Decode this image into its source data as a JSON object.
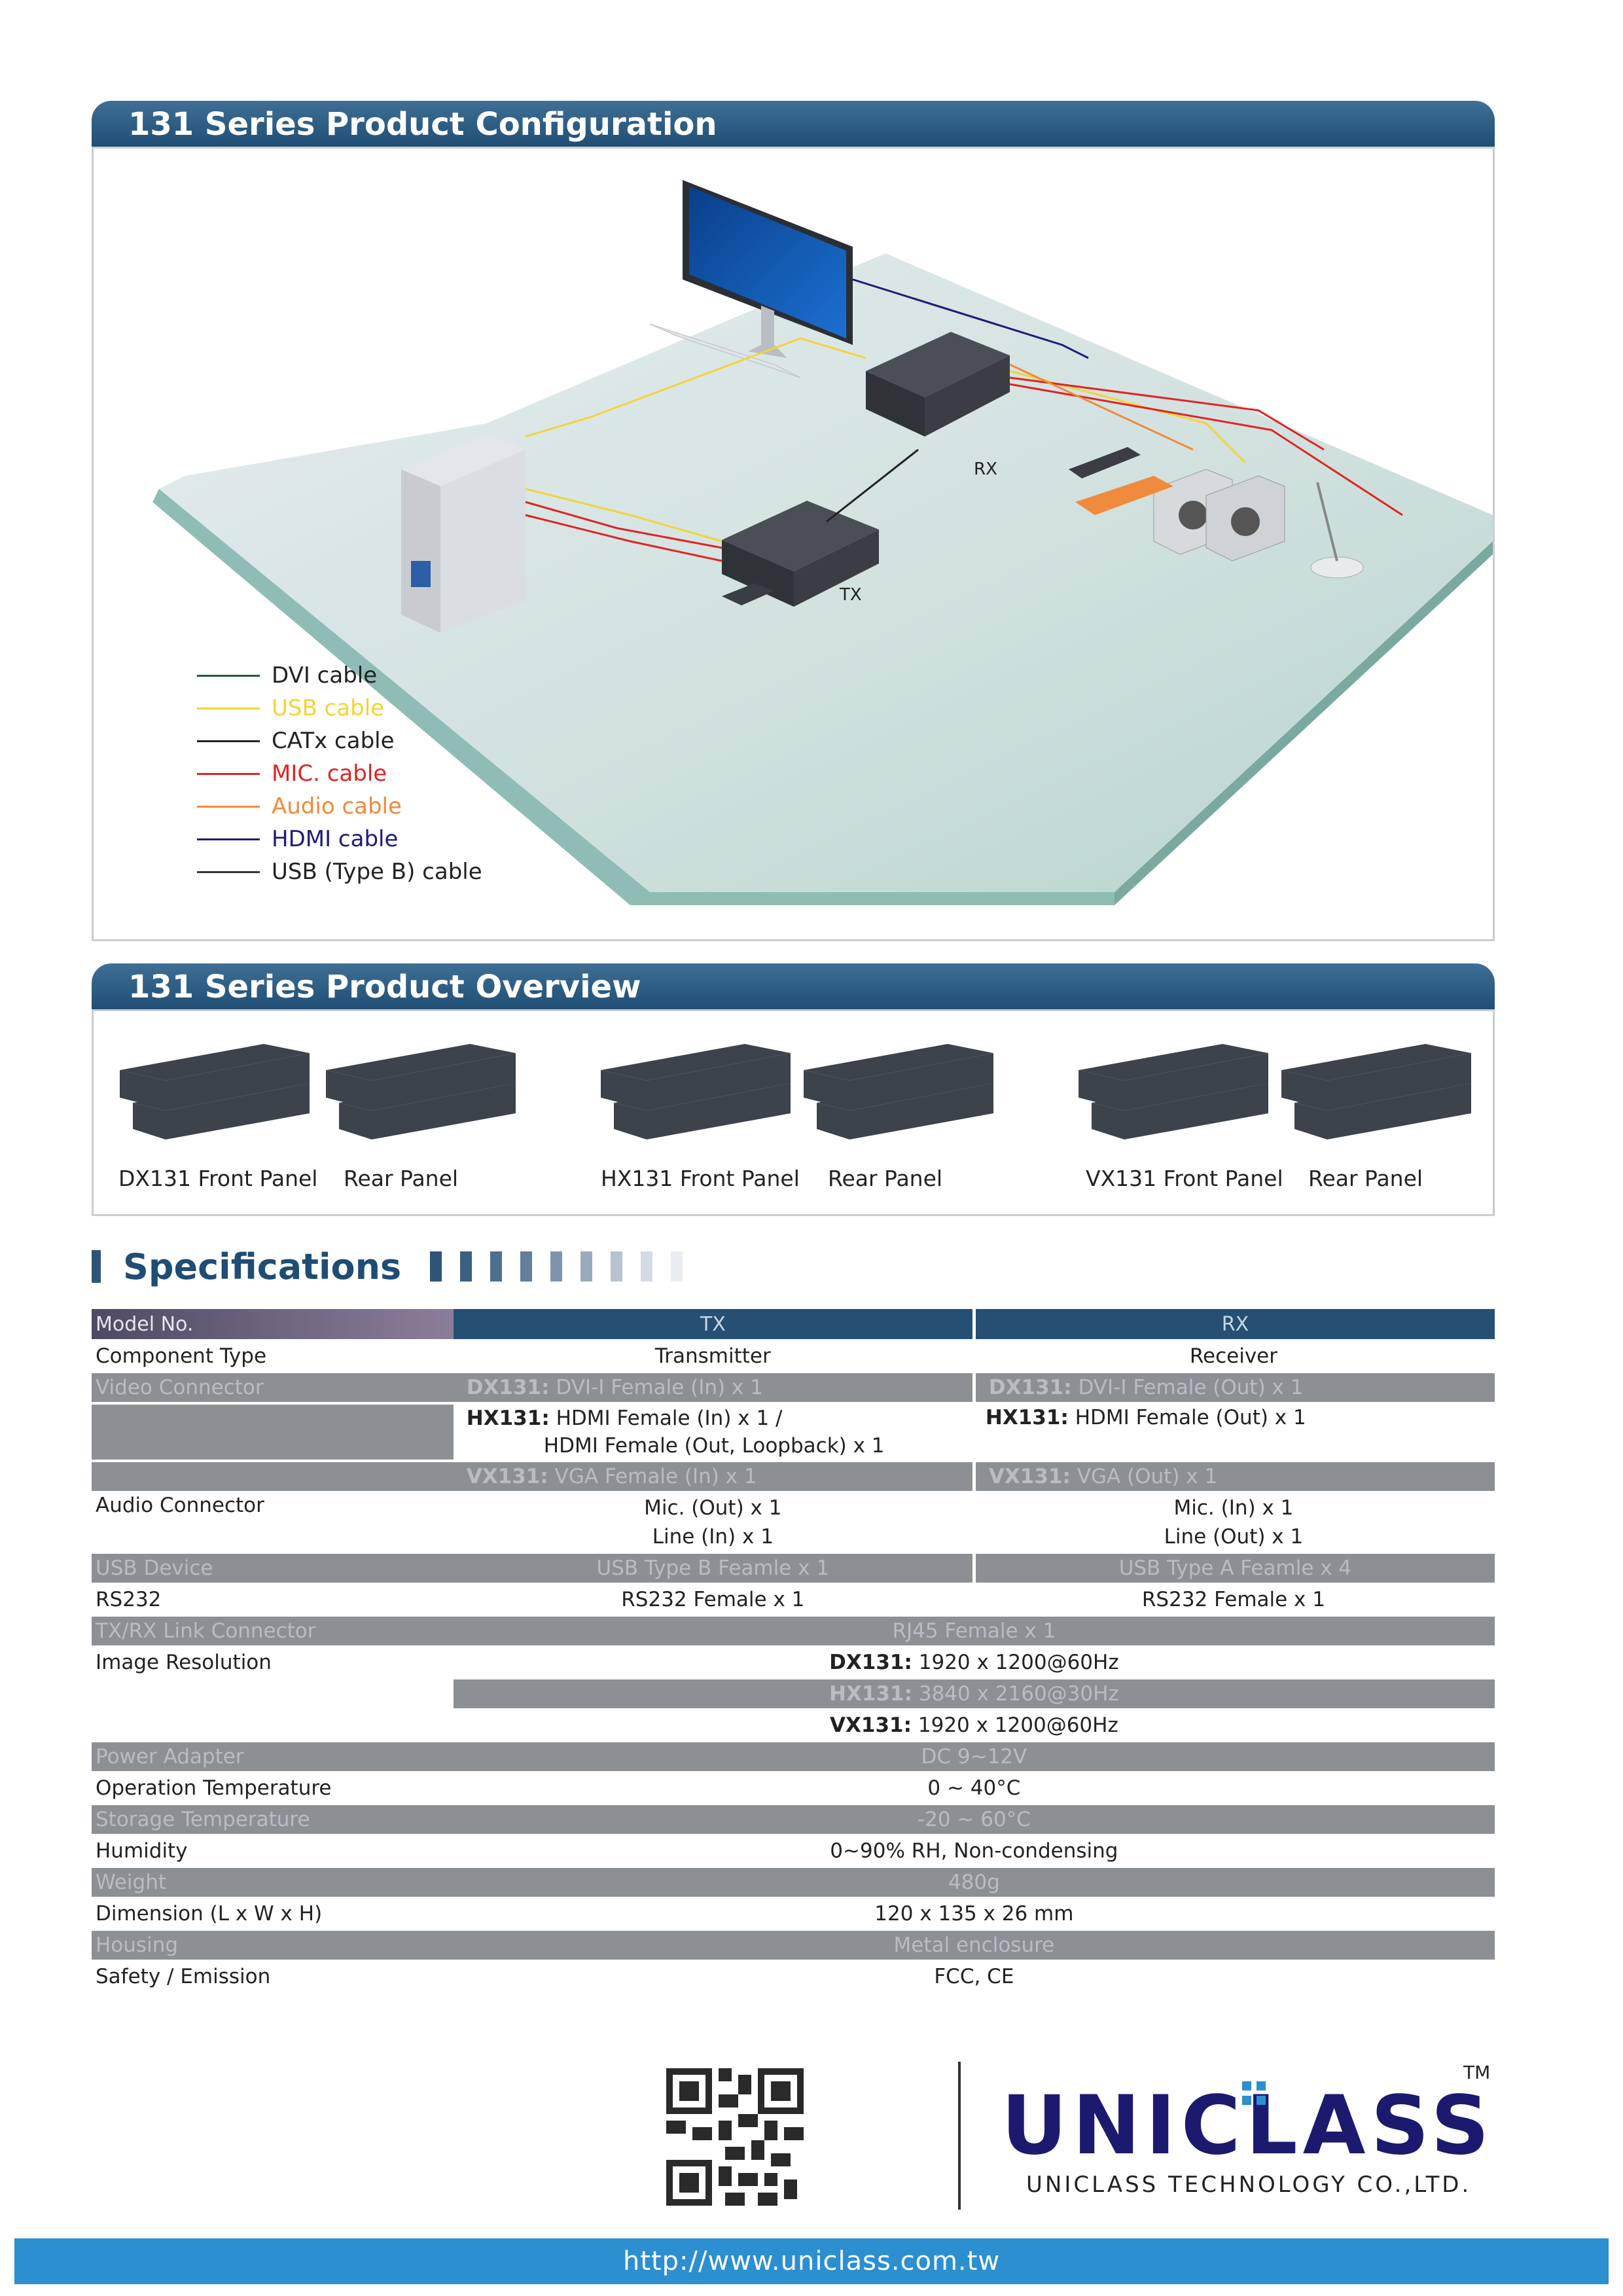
{
  "config": {
    "title": "131 Series Product Configuration",
    "labels": {
      "rx": "RX",
      "tx": "TX"
    },
    "legend": [
      {
        "label": "DVI cable",
        "color": "#1f5c3a"
      },
      {
        "label": "USB cable",
        "color": "#f3d43a"
      },
      {
        "label": "CATx cable",
        "color": "#222222"
      },
      {
        "label": "MIC. cable",
        "color": "#e02424"
      },
      {
        "label": "Audio cable",
        "color": "#f08a3c"
      },
      {
        "label": "HDMI cable",
        "color": "#1b1d7a"
      },
      {
        "label": "USB (Type B) cable",
        "color": "#333333"
      }
    ]
  },
  "overview": {
    "title": "131 Series Product Overview",
    "captions": [
      "DX131 Front Panel",
      "Rear Panel",
      "HX131 Front Panel",
      "Rear Panel",
      "VX131 Front Panel",
      "Rear Panel"
    ]
  },
  "specs": {
    "title": "Specifications",
    "header": {
      "model": "Model No.",
      "tx": "TX",
      "rx": "RX"
    },
    "component_type": {
      "label": "Component Type",
      "tx": "Transmitter",
      "rx": "Receiver"
    },
    "video": {
      "label": "Video Connector",
      "dx_tx_model": "DX131:",
      "dx_tx": "DVI-I Female (In) x 1",
      "dx_rx_model": "DX131:",
      "dx_rx": "DVI-I Female (Out) x 1",
      "hx_tx_model": "HX131:",
      "hx_tx_1": "HDMI Female (In) x 1 /",
      "hx_tx_2": "HDMI Female (Out, Loopback) x 1",
      "hx_rx_model": "HX131:",
      "hx_rx": "HDMI Female (Out) x 1",
      "vx_tx_model": "VX131:",
      "vx_tx": "VGA Female (In) x 1",
      "vx_rx_model": "VX131:",
      "vx_rx": "VGA (Out) x 1"
    },
    "audio": {
      "label": "Audio Connector",
      "tx_1": "Mic. (Out) x 1",
      "tx_2": "Line (In) x 1",
      "rx_1": "Mic. (In) x 1",
      "rx_2": "Line (Out) x 1"
    },
    "usb": {
      "label": "USB Device",
      "tx": "USB Type B Feamle x 1",
      "rx": "USB Type A Feamle x 4"
    },
    "rs232": {
      "label": "RS232",
      "tx": "RS232 Female x 1",
      "rx": "RS232 Female x 1"
    },
    "link": {
      "label": "TX/RX Link Connector",
      "value": "RJ45 Female x 1"
    },
    "resolution": {
      "label": "Image Resolution",
      "dx_model": "DX131:",
      "dx": "1920 x 1200@60Hz",
      "hx_model": "HX131:",
      "hx": "3840 x 2160@30Hz",
      "vx_model": "VX131:",
      "vx": "1920 x 1200@60Hz"
    },
    "power": {
      "label": "Power Adapter",
      "value": "DC 9~12V"
    },
    "op_temp": {
      "label": "Operation Temperature",
      "value": "0 ~ 40°C"
    },
    "storage_temp": {
      "label": "Storage Temperature",
      "value": "-20 ~ 60°C"
    },
    "humidity": {
      "label": "Humidity",
      "value": "0~90% RH, Non-condensing"
    },
    "weight": {
      "label": "Weight",
      "value": "480g"
    },
    "dimension": {
      "label": "Dimension (L x W x H)",
      "value": "120 x 135 x 26 mm"
    },
    "housing": {
      "label": "Housing",
      "value": "Metal enclosure"
    },
    "safety": {
      "label": "Safety / Emission",
      "value": "FCC, CE"
    }
  },
  "brand": {
    "logo_text": "UNICLASS",
    "tm": "TM",
    "company": "UNICLASS TECHNOLOGY CO.,LTD.",
    "url": "http://www.uniclass.com.tw"
  }
}
